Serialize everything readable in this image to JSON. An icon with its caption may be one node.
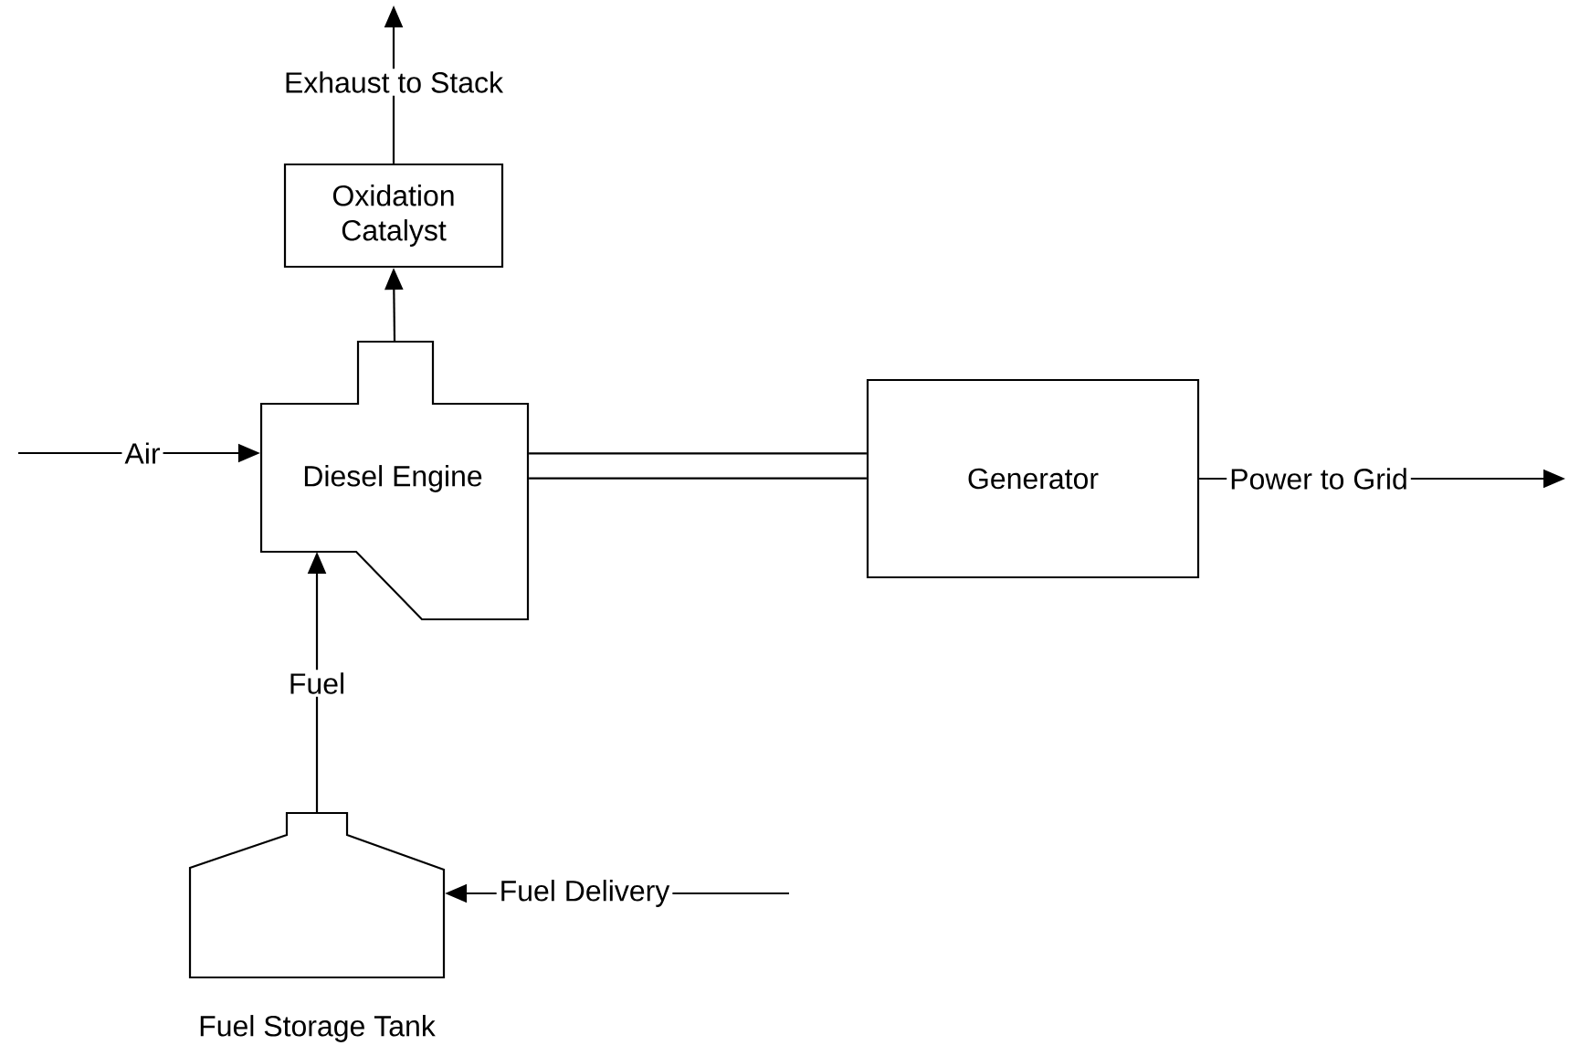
{
  "diagram": {
    "nodes": [
      {
        "text": [
          "Oxidation Catalyst"
        ]
      },
      {
        "text": [
          "Diesel Engine"
        ]
      },
      {
        "text": [
          "Generator"
        ]
      },
      {
        "text": [
          "Fuel Storage Tank"
        ]
      }
    ],
    "edges": [
      {
        "from": null,
        "to": 1,
        "arrow": "to",
        "label": "Air"
      },
      {
        "from": 1,
        "to": 0,
        "arrow": "to"
      },
      {
        "from": 0,
        "to": null,
        "arrow": "to",
        "label": "Exhaust to Stack"
      },
      {
        "from": 1,
        "to": 2,
        "arrow": "none",
        "style": "thick"
      },
      {
        "from": 2,
        "to": null,
        "arrow": "to",
        "label": "Power to Grid"
      },
      {
        "from": 3,
        "to": 1,
        "arrow": "to",
        "label": "Fuel"
      },
      {
        "from": null,
        "to": 3,
        "arrow": "to",
        "label": "Fuel Delivery"
      }
    ]
  }
}
